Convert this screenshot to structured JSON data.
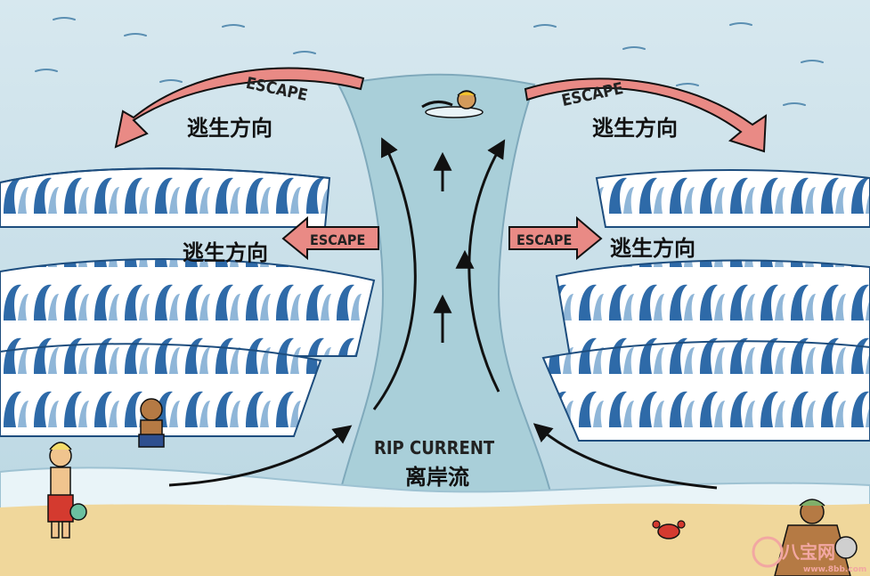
{
  "labels": {
    "escape_top_left": "ESCAPE",
    "escape_top_right": "ESCAPE",
    "escape_mid_left": "ESCAPE",
    "escape_mid_right": "ESCAPE",
    "dir_top_left": "逃生方向",
    "dir_top_right": "逃生方向",
    "dir_mid_left": "逃生方向",
    "dir_mid_right": "逃生方向",
    "rip_en": "RIP CURRENT",
    "rip_cn": "离岸流"
  },
  "watermark": {
    "site_cn": "八宝网",
    "site_url": "www.8bb.com"
  },
  "colors": {
    "sea": "#c9e0ea",
    "deep_wave": "#2e6aa8",
    "foam": "#ffffff",
    "rip_channel": "#a9cfd9",
    "sand": "#f0d79b",
    "escape_arrow": "#e98a85",
    "ink": "#111111"
  },
  "icons": [
    "swimmer-icon",
    "child-on-beach-icon",
    "child-in-water-icon",
    "crab-icon",
    "adults-on-beach-icon",
    "up-arrow-icon",
    "curved-arrow-icon"
  ]
}
